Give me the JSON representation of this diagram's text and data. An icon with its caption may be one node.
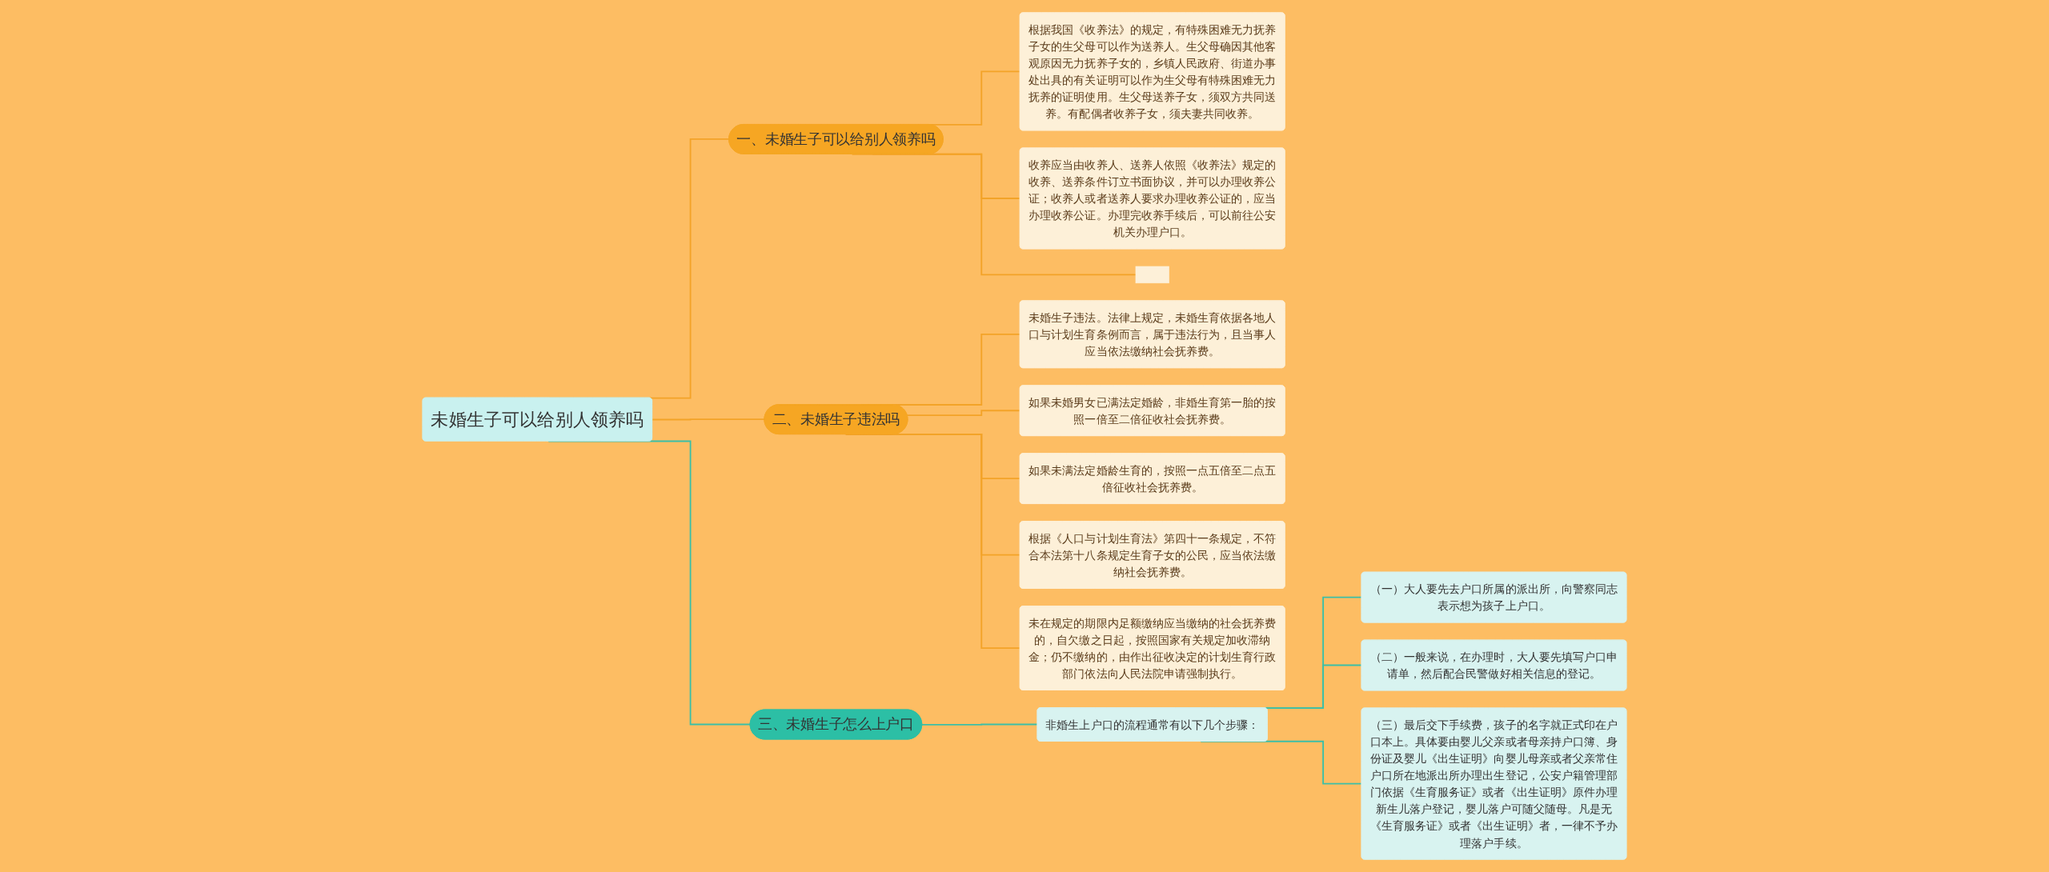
{
  "diagram": {
    "nodes": [
      {
        "text": [
          "未婚生子可以给别人领养吗"
        ]
      },
      {
        "text": [
          "一、未婚生子可以给别人领养吗"
        ]
      },
      {
        "text": [
          "根据我国《收养法》的规定，有特殊困难无力抚养子女的生父母可以作为送养人。生父母确因其他客观原因无力抚养子女的，乡镇人民政府、街道办事处出具的有关证明可以作为生父母有特殊困难无力抚养的证明使用。生父母送养子女，须双方共同送养。有配偶者收养子女，须夫妻共同收养。"
        ]
      },
      {
        "text": [
          "收养应当由收养人、送养人依照《收养法》规定的收养、送养条件订立书面协议，并可以办理收养公证；收养人或者送养人要求办理收养公证的，应当办理收养公证。办理完收养手续后，可以前往公安机关办理户口。"
        ]
      },
      {
        "text": [],
        "shape": "box"
      },
      {
        "text": [
          "二、未婚生子违法吗"
        ]
      },
      {
        "text": [
          "未婚生子违法。法律上规定，未婚生育依据各地人口与计划生育条例而言，属于违法行为，且当事人应当依法缴纳社会抚养费。"
        ]
      },
      {
        "text": [
          "如果未婚男女已满法定婚龄，非婚生育第一胎的按照一倍至二倍征收社会抚养费。"
        ]
      },
      {
        "text": [
          "如果未满法定婚龄生育的，按照一点五倍至二点五倍征收社会抚养费。"
        ]
      },
      {
        "text": [
          "根据《人口与计划生育法》第四十一条规定，不符合本法第十八条规定生育子女的公民，应当依法缴纳社会抚养费。"
        ]
      },
      {
        "text": [
          "未在规定的期限内足额缴纳应当缴纳的社会抚养费的，自欠缴之日起，按照国家有关规定加收滞纳金；仍不缴纳的，由作出征收决定的计划生育行政部门依法向人民法院申请强制执行。"
        ]
      },
      {
        "text": [
          "三、未婚生子怎么上户口"
        ]
      },
      {
        "text": [
          "非婚生上户口的流程通常有以下几个步骤："
        ]
      },
      {
        "text": [
          "（一）大人要先去户口所属的派出所，向警察同志表示想为孩子上户口。"
        ]
      },
      {
        "text": [
          "（二）一般来说，在办理时，大人要先填写户口申请单，然后配合民警做好相关信息的登记。"
        ]
      },
      {
        "text": [
          "（三）最后交下手续费，孩子的名字就正式印在户口本上。具体要由婴儿父亲或者母亲持户口簿、身份证及婴儿《出生证明》向婴儿母亲或者父亲常住户口所在地派出所办理出生登记，公安户籍管理部门依据《生育服务证》或者《出生证明》原件办理新生儿落户登记，婴儿落户可随父随母。凡是无《生育服务证》或者《出生证明》者，一律不予办理落户手续。"
        ]
      }
    ],
    "edges": [
      {
        "from": 0,
        "to": 1,
        "arrow": "none"
      },
      {
        "from": 1,
        "to": 2,
        "arrow": "none"
      },
      {
        "from": 1,
        "to": 3,
        "arrow": "none"
      },
      {
        "from": 1,
        "to": 4,
        "arrow": "none"
      },
      {
        "from": 0,
        "to": 5,
        "arrow": "none"
      },
      {
        "from": 5,
        "to": 6,
        "arrow": "none"
      },
      {
        "from": 5,
        "to": 7,
        "arrow": "none"
      },
      {
        "from": 5,
        "to": 8,
        "arrow": "none"
      },
      {
        "from": 5,
        "to": 9,
        "arrow": "none"
      },
      {
        "from": 5,
        "to": 10,
        "arrow": "none"
      },
      {
        "from": 0,
        "to": 11,
        "arrow": "none",
        "color": "#3bbfa7"
      },
      {
        "from": 11,
        "to": 12,
        "arrow": "none",
        "color": "#3bbfa7"
      },
      {
        "from": 12,
        "to": 13,
        "arrow": "none",
        "color": "#3bbfa7"
      },
      {
        "from": 12,
        "to": 14,
        "arrow": "none",
        "color": "#3bbfa7"
      },
      {
        "from": 12,
        "to": 15,
        "arrow": "none",
        "color": "#3bbfa7"
      }
    ]
  }
}
